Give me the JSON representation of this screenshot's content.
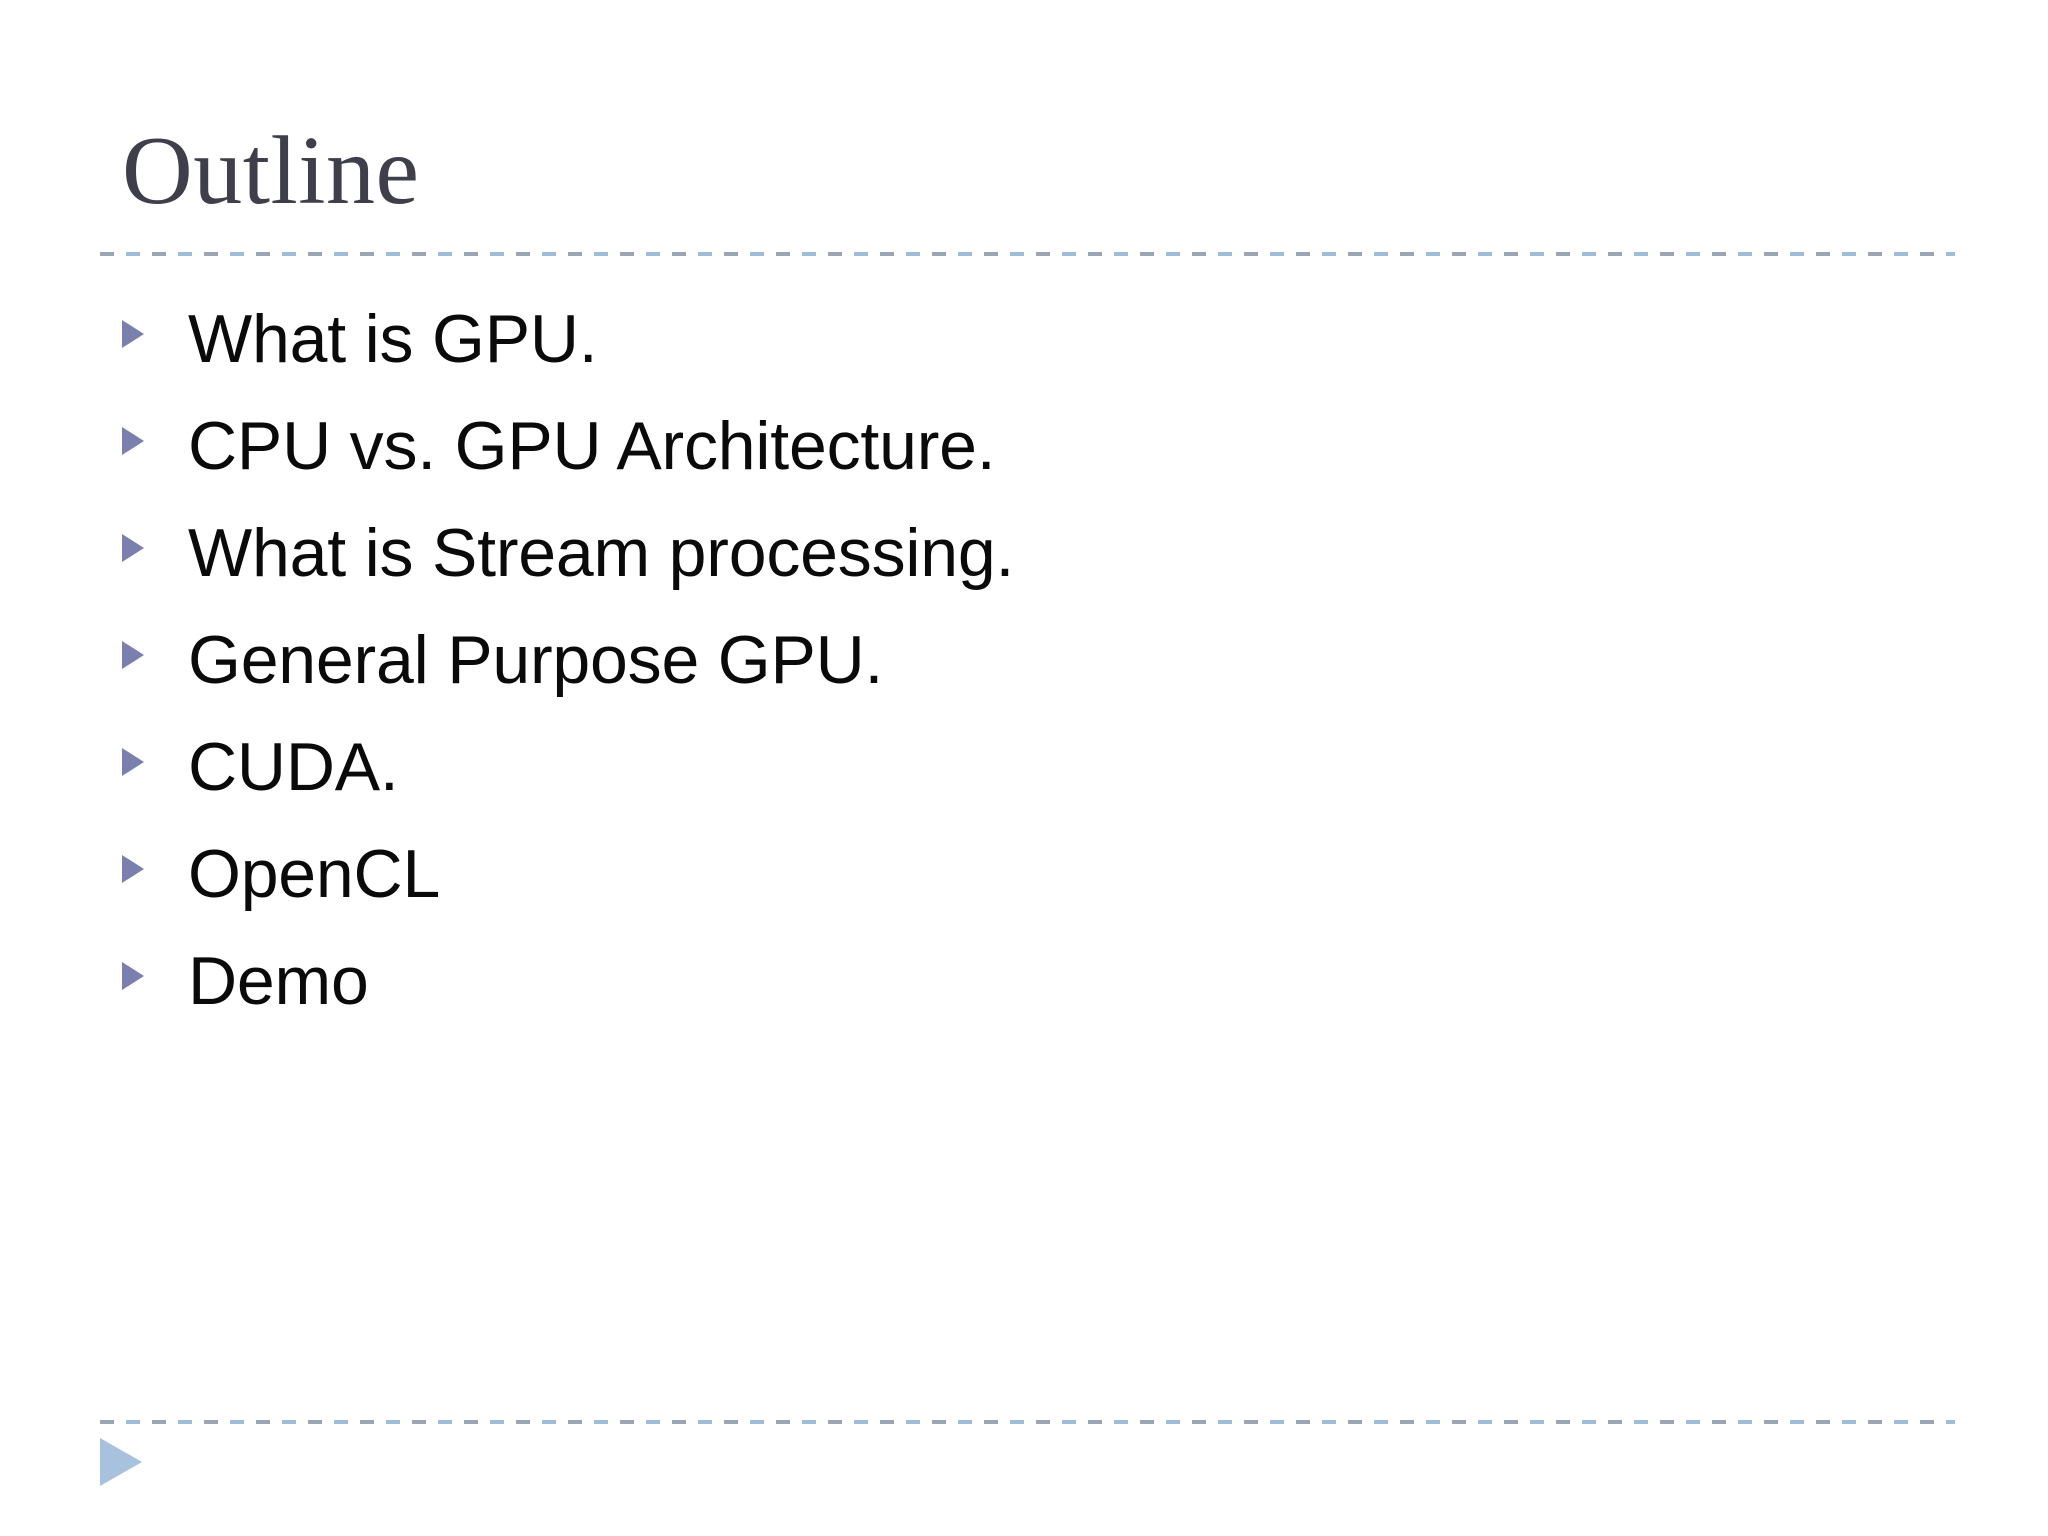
{
  "slide": {
    "title": "Outline",
    "background_color": "#ffffff",
    "title_color": "#3f3f4c",
    "body_text_color": "#0a0a0a",
    "bullet_marker_color": "#7b7fad",
    "footer_marker_color": "#a8c1dc",
    "rule_colors": [
      "#9aa6b4",
      "#9fbcd8"
    ],
    "bullets": [
      {
        "label": "What is GPU."
      },
      {
        "label": "CPU vs. GPU Architecture."
      },
      {
        "label": "What is Stream processing."
      },
      {
        "label": "General Purpose GPU."
      },
      {
        "label": "CUDA."
      },
      {
        "label": "OpenCL"
      },
      {
        "label": "Demo"
      }
    ]
  }
}
